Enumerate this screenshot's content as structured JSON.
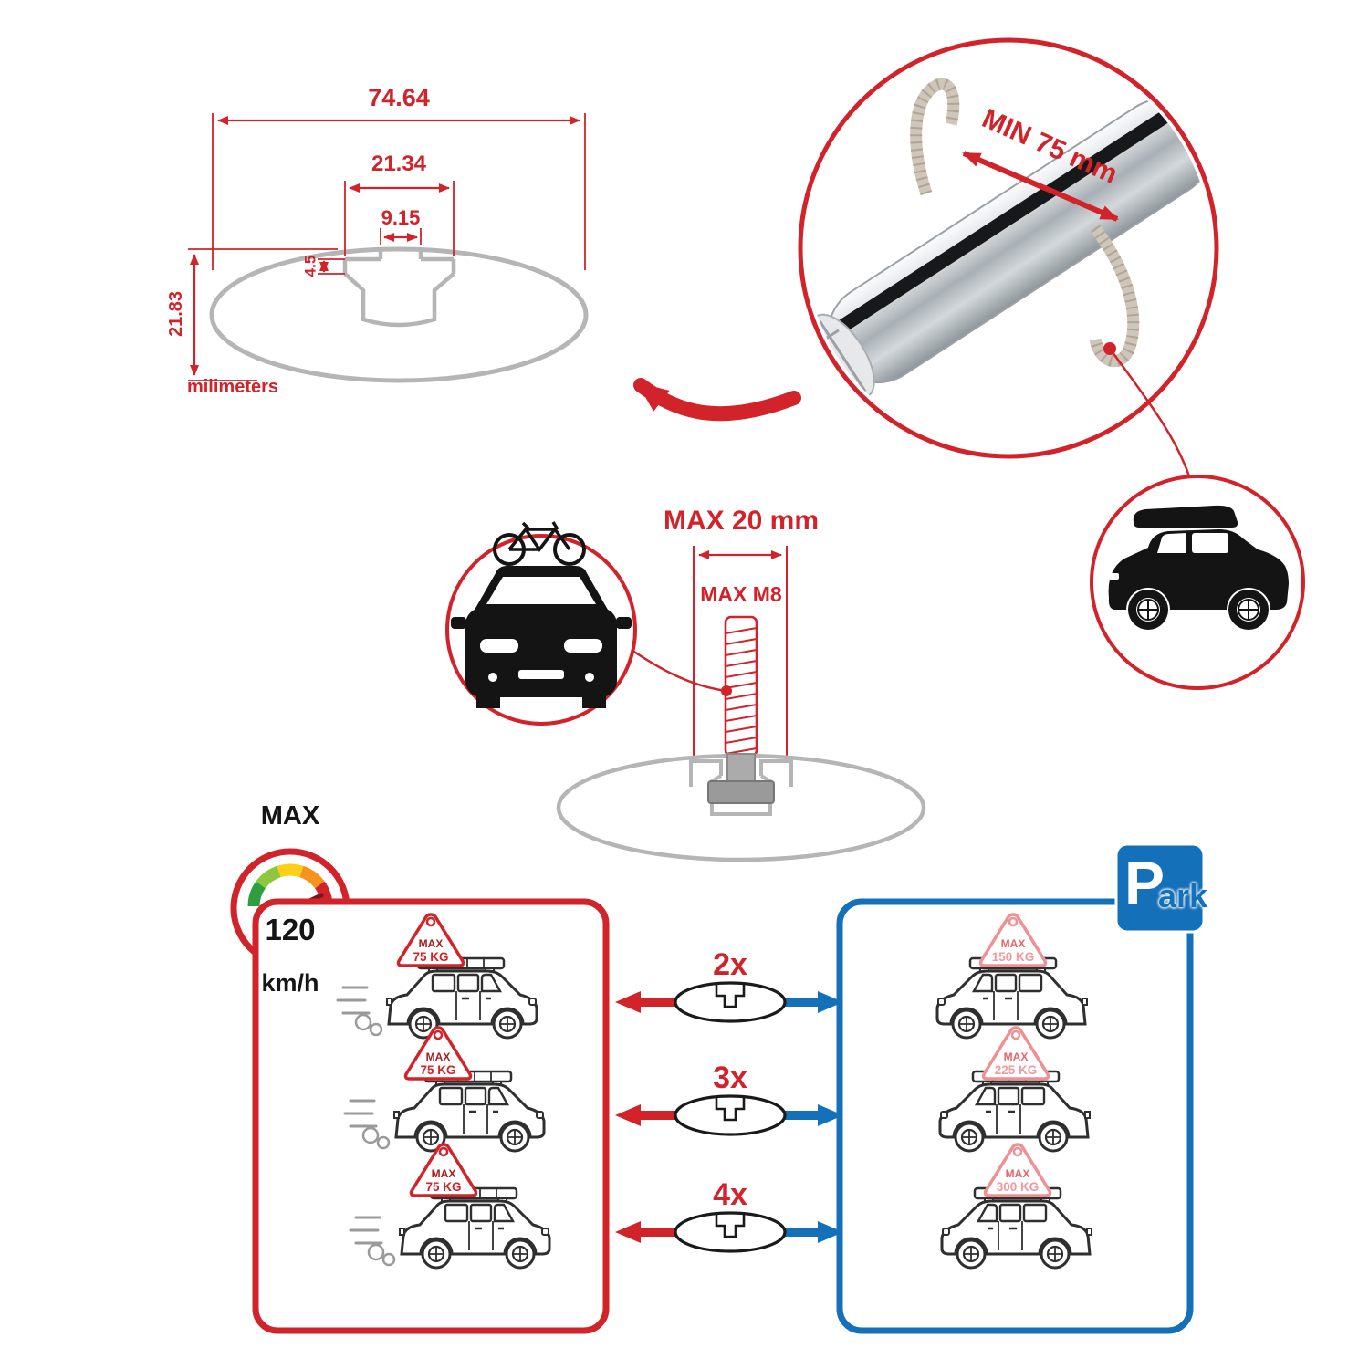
{
  "colors": {
    "red": "#d2232a",
    "blue": "#1470b8",
    "gray": "#b5b5b5",
    "dark": "#1a1a1a"
  },
  "cross_section": {
    "total_width": "74.64",
    "channel_width": "21.34",
    "slot_opening": "9.15",
    "lip_depth": "4.5",
    "total_height": "21.83",
    "units": "milimeters"
  },
  "bar_callout": {
    "min_span": "MIN 75 mm"
  },
  "bolt_callout": {
    "max_width": "MAX 20 mm",
    "max_thread": "MAX M8"
  },
  "speed_limit": {
    "label": "MAX",
    "value": "120",
    "unit": "km/h"
  },
  "parking_sign": {
    "letter": "P",
    "rest": "ark"
  },
  "multipliers": [
    "2x",
    "3x",
    "4x"
  ],
  "driving_panel": {
    "cars": [
      {
        "tag_label": "MAX",
        "tag_weight": "75 KG"
      },
      {
        "tag_label": "MAX",
        "tag_weight": "75 KG"
      },
      {
        "tag_label": "MAX",
        "tag_weight": "75 KG"
      }
    ]
  },
  "parked_panel": {
    "cars": [
      {
        "tag_label": "MAX",
        "tag_weight": "150 KG"
      },
      {
        "tag_label": "MAX",
        "tag_weight": "225 KG"
      },
      {
        "tag_label": "MAX",
        "tag_weight": "300 KG"
      }
    ]
  }
}
